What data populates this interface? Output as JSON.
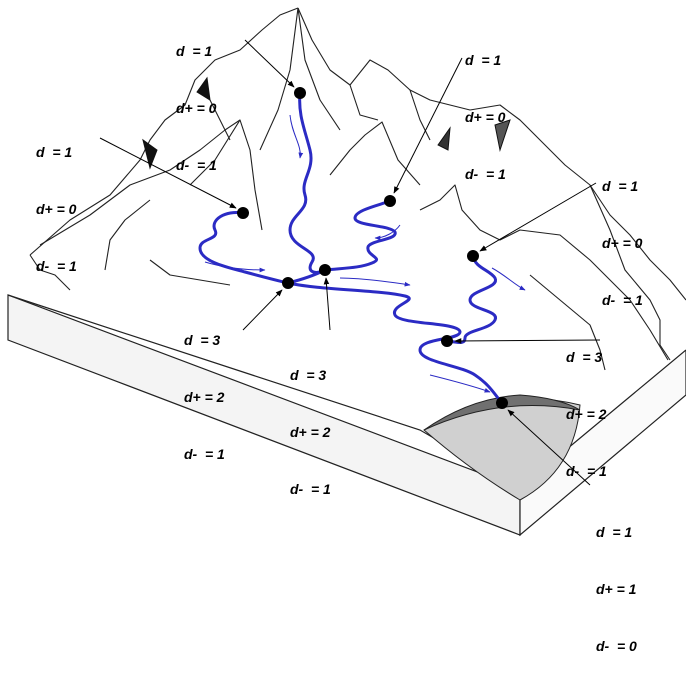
{
  "diagram": {
    "colors": {
      "river": "#2b2bc4",
      "node": "#000000",
      "terrain_line": "#222222",
      "lake_dark": "#777777",
      "lake_light": "#cfcfcf",
      "block_side": "#f2f2f2"
    },
    "nodes": [
      {
        "id": "source-peak-center",
        "d": "d  = 1",
        "dplus": "d+ = 0",
        "dminus": "d-  = 1"
      },
      {
        "id": "source-upper-right",
        "d": "d  = 1",
        "dplus": "d+ = 0",
        "dminus": "d-  = 1"
      },
      {
        "id": "source-left",
        "d": "d  = 1",
        "dplus": "d+ = 0",
        "dminus": "d-  = 1"
      },
      {
        "id": "source-right",
        "d": "d  = 1",
        "dplus": "d+ = 0",
        "dminus": "d-  = 1"
      },
      {
        "id": "junction-left",
        "d": "d  = 3",
        "dplus": "d+ = 2",
        "dminus": "d-  = 1"
      },
      {
        "id": "junction-center",
        "d": "d  = 3",
        "dplus": "d+ = 2",
        "dminus": "d-  = 1"
      },
      {
        "id": "junction-right",
        "d": "d  = 3",
        "dplus": "d+ = 2",
        "dminus": "d-  = 1"
      },
      {
        "id": "outlet-lake",
        "d": "d  = 1",
        "dplus": "d+ = 1",
        "dminus": "d-  = 0"
      }
    ]
  }
}
